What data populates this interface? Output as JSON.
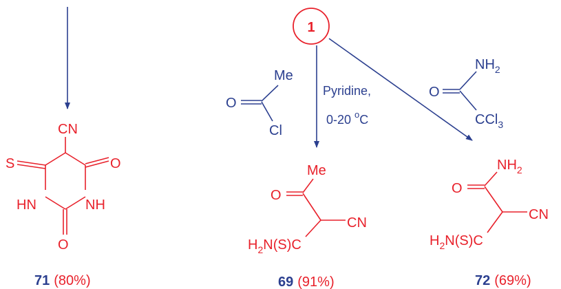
{
  "reactant": {
    "label": "1"
  },
  "conditions": {
    "line1": "Pyridine,",
    "line2_prefix": "0-20 ",
    "line2_sup": "o",
    "line2_suffix": "C"
  },
  "reagent_acetyl_chloride": {
    "methyl": "Me",
    "oxygen": "O",
    "chlorine": "Cl"
  },
  "reagent_trichloroacetamide": {
    "amine_base": "NH",
    "amine_sub": "2",
    "oxygen": "O",
    "ccl_base": "CCl",
    "ccl_sub": "3"
  },
  "compound_71": {
    "number": "71",
    "yield": "(80%)",
    "cn": "CN",
    "s": "S",
    "o_right": "O",
    "o_bottom": "O",
    "hn_left": "HN",
    "nh_right": "NH"
  },
  "compound_69": {
    "number": "69",
    "yield": "(91%)",
    "methyl": "Me",
    "oxygen": "O",
    "cn": "CN",
    "h": "H",
    "h_sub": "2",
    "n_s_c": "N(S)C"
  },
  "compound_72": {
    "number": "72",
    "yield": "(69%)",
    "amine_base": "NH",
    "amine_sub": "2",
    "oxygen": "O",
    "cn": "CN",
    "h": "H",
    "h_sub": "2",
    "n_s_c": "N(S)C"
  },
  "colors": {
    "product": "#e8212b",
    "reagent": "#2b3f8f"
  }
}
